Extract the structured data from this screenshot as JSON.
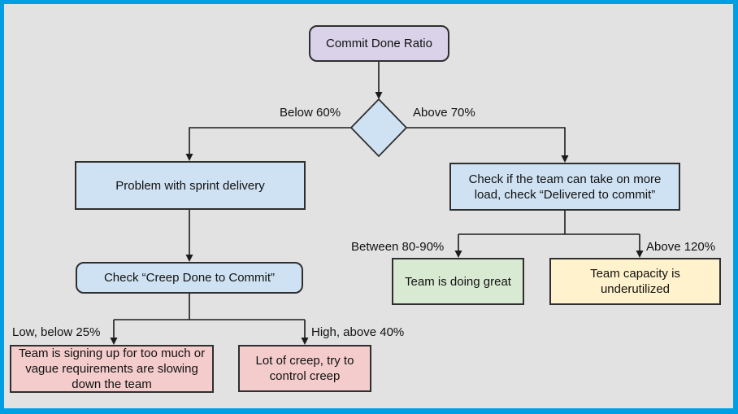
{
  "frame": {
    "border_color": "#009fe3",
    "canvas_background": "#e2e2e2"
  },
  "flowchart": {
    "colors": {
      "root_fill": "#d9d2e9",
      "process_fill": "#cfe2f3",
      "warning_fill": "#f4cccc",
      "success_fill": "#d9ead3",
      "caution_fill": "#fff2cc",
      "line_color": "#1c1c1c"
    },
    "root": {
      "label": "Commit Done Ratio"
    },
    "decision": {
      "left_label": "Below 60%",
      "right_label": "Above 70%"
    },
    "problem_box": {
      "label": "Problem with sprint delivery"
    },
    "check_load_box": {
      "label": "Check if the team can take on more load, check “Delivered to commit”"
    },
    "check_creep_box": {
      "label": "Check “Creep Done to Commit”"
    },
    "creep_branch": {
      "low_label": "Low, below 25%",
      "high_label": "High, above 40%"
    },
    "too_much_box": {
      "label": "Team is signing up for too much or vague requirements are slowing down the team"
    },
    "control_creep_box": {
      "label": "Lot of creep, try to control creep"
    },
    "load_branch": {
      "between_label": "Between 80-90%",
      "above_label": "Above 120%"
    },
    "doing_great_box": {
      "label": "Team is doing great"
    },
    "underutilized_box": {
      "label": "Team capacity is underutilized"
    }
  }
}
